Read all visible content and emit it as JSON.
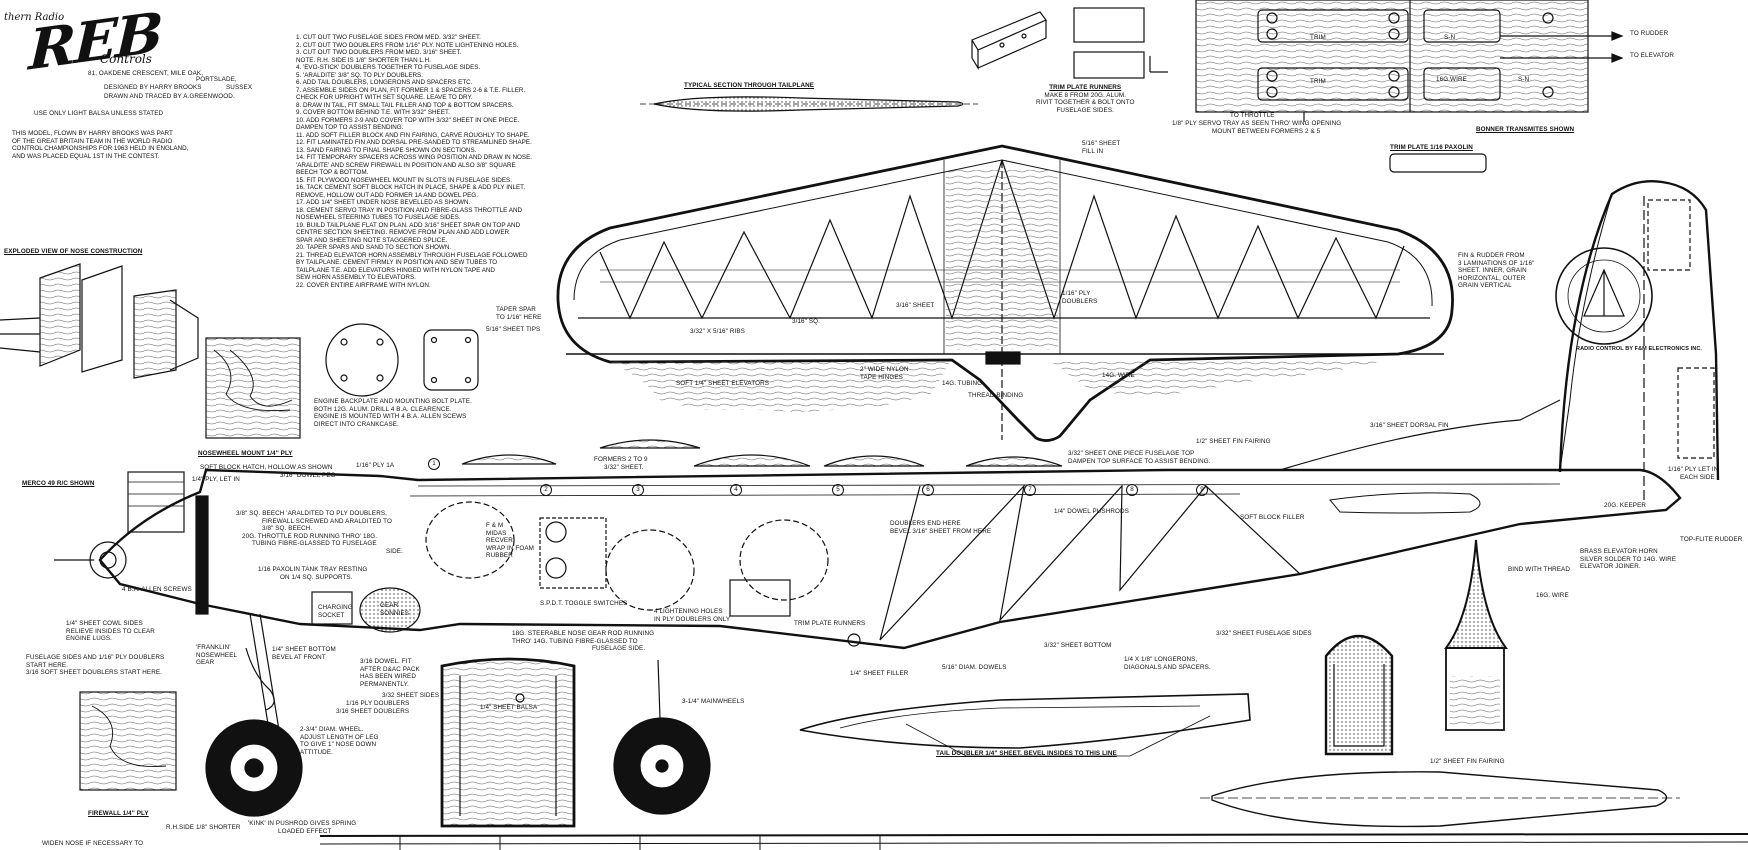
{
  "header": {
    "top_text": "thern Radio",
    "logo": "REB",
    "logo_sub": "Controls",
    "address_1": "81, OAKDENE CRESCENT, MILE OAK,",
    "address_2": "PORTSLADE,",
    "address_3": "SUSSEX",
    "designed_by": "DESIGNED BY HARRY BROOKS",
    "drawn_by": "DRAWN AND TRACED BY A.GREENWOOD.",
    "balsa_note": "USE ONLY LIGHT BALSA UNLESS STATED",
    "history": [
      "THIS MODEL, FLOWN BY HARRY BROOKS WAS PART",
      "OF THE GREAT BRITAIN TEAM IN THE WORLD RADIO",
      "CONTROL CHAMPIONSHIPS FOR 1963 HELD IN ENGLAND,",
      "AND WAS PLACED EQUAL 1ST IN THE CONTEST."
    ]
  },
  "instructions": [
    "1. CUT OUT TWO FUSELAGE SIDES FROM MED. 3/32\" SHEET.",
    "2. CUT OUT TWO DOUBLERS FROM 1/16\" PLY. NOTE LIGHTENING HOLES.",
    "3. CUT OUT TWO DOUBLERS FROM MED. 3/16\" SHEET.",
    "   NOTE. R.H. SIDE IS 1/8\" SHORTER THAN L.H.",
    "4. 'EVO-STICK' DOUBLERS TOGETHER TO FUSELAGE SIDES.",
    "5. 'ARALDITE' 3/8\" SQ. TO PLY DOUBLERS.",
    "6. ADD TAIL DOUBLERS, LONGERONS AND SPACERS ETC.",
    "7. ASSEMBLE SIDES ON PLAN, FIT FORMER 1 & SPACERS 2-6 & T.E. FILLER.",
    "   CHECK FOR UPRIGHT WITH SET SQUARE. LEAVE TO DRY.",
    "8. DRAW IN TAIL, FIT SMALL TAIL FILLER AND TOP & BOTTOM SPACERS.",
    "9. COVER BOTTOM BEHIND T.E. WITH 3/32\" SHEET.",
    "10. ADD FORMERS 2-9 AND COVER TOP WITH 3/32\" SHEET IN ONE PIECE.",
    "    DAMPEN TOP TO ASSIST BENDING.",
    "11. ADD SOFT FILLER BLOCK AND FIN FAIRING, CARVE ROUGHLY TO SHAPE.",
    "12. FIT LAMINATED FIN AND DORSAL PRE-SANDED TO STREAMLINED SHAPE.",
    "13. SAND FAIRING TO FINAL SHAPE SHOWN ON SECTIONS.",
    "14. FIT TEMPORARY SPACERS ACROSS WING POSITION AND DRAW IN NOSE.",
    "    'ARALDITE' AND SCREW FIREWALL IN POSITION AND ALSO 3/8\" SQUARE",
    "    BEECH TOP & BOTTOM.",
    "15. FIT PLYWOOD NOSEWHEEL MOUNT IN SLOTS IN FUSELAGE SIDES.",
    "16. TACK CEMENT SOFT BLOCK HATCH IN PLACE, SHAPE & ADD PLY INLET.",
    "    REMOVE, HOLLOW OUT ADD FORMER 1A AND DOWEL PEG.",
    "17. ADD 1/4\" SHEET UNDER NOSE BEVELLED AS SHOWN.",
    "18. CEMENT SERVO TRAY IN POSITION AND FIBRE-GLASS THROTTLE AND",
    "    NOSEWHEEL STEERING TUBES TO FUSELAGE SIDES.",
    "19. BUILD TAILPLANE FLAT ON PLAN. ADD 3/16\" SHEET SPAR ON TOP AND",
    "    CENTRE SECTION SHEETING. REMOVE FROM PLAN AND ADD LOWER",
    "    SPAR AND SHEETING NOTE STAGGERED SPLICE.",
    "20. TAPER SPARS AND SAND TO SECTION SHOWN.",
    "21. THREAD ELEVATOR HORN ASSEMBLY THROUGH FUSELAGE FOLLOWED",
    "    BY TAILPLANE. CEMENT FIRMLY IN POSITION AND SEW TUBES TO",
    "    TAILPLANE T.E. ADD ELEVATORS HINGED WITH NYLON TAPE AND",
    "    SEW HORN ASSEMBLY TO ELEVATORS.",
    "22. COVER ENTIRE AIRFRAME WITH NYLON."
  ],
  "labels": {
    "exploded_view": "EXPLODED VIEW OF NOSE CONSTRUCTION",
    "typical_section": "TYPICAL SECTION THROUGH TAILPLANE",
    "trim_plate_runners": [
      "TRIM PLATE RUNNERS",
      "MAKE 8 FROM 20G. ALUM.",
      "RIVIT TOGETHER & BOLT ONTO",
      "FUSELAGE SIDES."
    ],
    "to_rudder": "TO RUDDER",
    "to_elevator": "TO ELEVATOR",
    "to_throttle": "TO THROTTLE",
    "servo_tray": [
      "1/8\" PLY SERVO TRAY AS SEEN THRO' WING OPENING",
      "MOUNT BETWEEN FORMERS 2 & 5"
    ],
    "bonner": "BONNER TRANSMITES SHOWN",
    "trim_plate": "TRIM PLATE 1/16 PAXOLIN",
    "trim": "TRIM",
    "sn": "S-N",
    "wire16": "16G.WIRE",
    "sheet_fill": [
      "5/16\" SHEET",
      "FILL IN"
    ],
    "taper_spar": [
      "TAPER SPAR",
      "TO 1/16\" HERE"
    ],
    "sheet_tips": "5/16\" SHEET TIPS",
    "ribs": "3/32\" X 5/16\" RIBS",
    "sq316": "3/16\" SQ.",
    "sheet316": "3/16\" SHEET",
    "ply_doublers": [
      "1/16\" PLY",
      "DOUBLERS"
    ],
    "elevators": "SOFT 1/4\" SHEET ELEVATORS",
    "nylon_hinges": [
      "2\" WIDE NYLON",
      "TAPE HINGES"
    ],
    "tubing": "14G. TUBING",
    "binding": "THREAD BINDING",
    "wire14": "14G. WIRE",
    "fin_rudder": [
      "FIN & RUDDER FROM",
      "3 LAMINATIONS OF 1/16\"",
      "SHEET. INNER, GRAIN",
      "HORIZONTAL, OUTER",
      "GRAIN VERTICAL"
    ],
    "emblem": "RADIO CONTROL BY F&M ELECTRONICS INC.",
    "engine_plate": [
      "ENGINE BACKPLATE AND MOUNTING BOLT PLATE.",
      "BOTH 12G. ALUM. DRILL 4 B.A. CLEARENCE.",
      "ENGINE IS MOUNTED WITH 4 B.A. ALLEN SCEWS",
      "DIRECT INTO CRANKCASE."
    ],
    "nosewheel_mount": "NOSEWHEEL MOUNT 1/4\" PLY",
    "merco": "MERCO 49 R/C SHOWN",
    "soft_block_hatch": [
      "SOFT BLOCK HATCH, HOLLOW AS SHOWN",
      "3/16\" DOWEL PEG"
    ],
    "ply_let_in": "1/4\" PLY, LET IN",
    "ply_1a": "1/16\" PLY 1A",
    "formers": [
      "FORMERS 2 TO 9",
      "3/32\" SHEET."
    ],
    "top_sheet": [
      "3/32\" SHEET ONE PIECE FUSELAGE TOP",
      "DAMPEN TOP SURFACE TO ASSIST BENDING."
    ],
    "fin_fairing": "1/2\" SHEET FIN FAIRING",
    "dorsal_fin": "3/16\" SHEET DORSAL FIN",
    "ply_let_each": [
      "1/16\" PLY LET IN",
      "EACH SIDE"
    ],
    "keeper": "20G. KEEPER",
    "topflite": "TOP-FLITE RUDDER",
    "brass_horn": [
      "BRASS ELEVATOR HORN",
      "SILVER SOLDER TO 14G. WIRE",
      "ELEVATOR JOINER."
    ],
    "bind_thread": "BIND WITH THREAD",
    "wire16b": "16G. WIRE",
    "soft_block_filler": "SOFT BLOCK FILLER",
    "dowel_pushrods": "1/4\" DOWEL PUSHRODS",
    "doublers_end": [
      "DOUBLERS END HERE",
      "BEVEL 3/16\" SHEET FROM HERE"
    ],
    "beech_note": [
      "3/8\" SQ. BEECH 'ARALDITED TO PLY DOUBLERS,",
      "FIREWALL SCREWED AND ARALDITED TO",
      "3/8\" SQ. BEECH.",
      "20G. THROTTLE ROD RUNNING THRO' 18G.",
      "TUBING FIBRE-GLASSED TO FUSELAGE",
      "SIDE."
    ],
    "fm_midas": [
      "F & M",
      "MIDAS",
      "RECVER",
      "WRAP IN FOAM",
      "RUBBER"
    ],
    "tank_tray": [
      "1/16 PAXOLIN TANK TRAY RESTING",
      "ON 1/4 SQ. SUPPORTS."
    ],
    "allen_screws": "4 B.A. ALLEN SCREWS",
    "charging": [
      "CHARGING",
      "SOCKET"
    ],
    "gear_sonnies": [
      "GEAR",
      "SONNIES"
    ],
    "toggle": "S.P.D.T. TOGGLE SWITCHES",
    "lightening": [
      "4 LIGHTENING HOLES",
      "IN PLY DOUBLERS ONLY"
    ],
    "trim_runners": "TRIM PLATE RUNNERS",
    "cowl_sides": [
      "1/4\" SHEET COWL SIDES",
      "RELIEVE INSIDES TO CLEAR",
      "ENGINE LUGS."
    ],
    "fuselage_start": [
      "FUSELAGE SIDES AND 1/16\" PLY DOUBLERS",
      "START HERE.",
      "3/16 SOFT SHEET DOUBLERS START HERE."
    ],
    "franklin": [
      "'FRANKLIN'",
      "NOSEWHEEL",
      "GEAR"
    ],
    "sheet_bottom": [
      "1/4\" SHEET BOTTOM",
      "BEVEL AT FRONT"
    ],
    "dowel_note": [
      "3/16 DOWEL. FIT",
      "AFTER D&AC PACK",
      "HAS BEEN WIRED",
      "PERMANENTLY."
    ],
    "sheet_sides": "3/32 SHEET SIDES",
    "ply_doublers2": "1/16 PLY DOUBLERS",
    "sheet_doublers": "3/16 SHEET DOUBLERS",
    "nose_gear": [
      "18G. STEERABLE NOSE GEAR ROD RUNNING",
      "THRO' 14G. TUBING FIBRE-GLASSED TO",
      "FUSELAGE SIDE."
    ],
    "sheet_balsa": "1/4\" SHEET BALSA",
    "mainwheels": "3-1/4\" MAINWHEELS",
    "wheel_note": [
      "2-3/4\" DIAM. WHEEL.",
      "ADJUST LENGTH OF LEG",
      "TO GIVE 1\" NOSE DOWN",
      "ATTITUDE."
    ],
    "firewall": "FIREWALL 1/4\" PLY",
    "rh_side": "R.H.SIDE 1/8\" SHORTER",
    "kink": [
      "'KINK' IN PUSHROD GIVES SPRING",
      "LOADED EFFECT"
    ],
    "widen": "WIDEN NOSE IF NECESSARY TO",
    "sheet_filler": "1/4\" SHEET FILLER",
    "dowels": "5/16\" DIAM. DOWELS",
    "sheet_bottom2": "3/32\" SHEET BOTTOM",
    "longerons": [
      "1/4 X 1/8\" LONGERONS,",
      "DIAGONALS AND SPACERS."
    ],
    "fuselage_sides": "3/32\" SHEET FUSELAGE SIDES",
    "tail_doubler": "TAIL DOUBLER 1/4\" SHEET. BEVEL INSIDES TO THIS LINE",
    "fin_fairing2": "1/2\" SHEET FIN FAIRING"
  },
  "former_numbers": [
    "1",
    "2",
    "3",
    "4",
    "5",
    "6",
    "7",
    "8",
    "9"
  ]
}
